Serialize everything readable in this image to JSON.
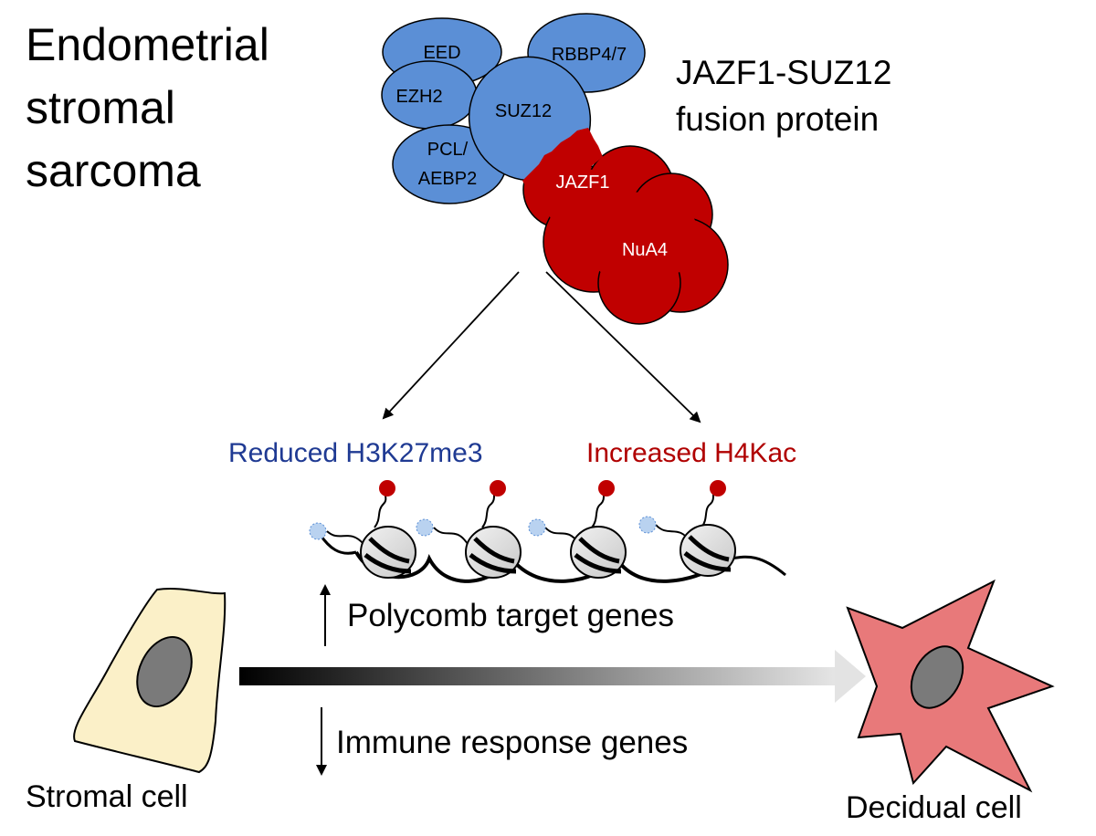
{
  "title": [
    "Endometrial",
    "stromal",
    "sarcoma"
  ],
  "fusion_label": [
    "JAZF1-SUZ12",
    "fusion protein"
  ],
  "complex": {
    "eed": "EED",
    "rbbp": "RBBP4/7",
    "ezh2": "EZH2",
    "suz12": "SUZ12",
    "pcl": [
      "PCL/",
      "AEBP2"
    ],
    "jazf1": "JAZF1",
    "nua4": "NuA4"
  },
  "modifications": {
    "left": "Reduced H3K27me3",
    "right": "Increased H4Kac"
  },
  "genes": {
    "up": "Polycomb target genes",
    "down": "Immune response genes"
  },
  "cells": {
    "left": "Stromal cell",
    "right": "Decidual cell"
  },
  "colors": {
    "prc2_blue": "#5b8fd6",
    "nua4_red": "#c00000",
    "reduced_text": "#1f3a93",
    "increased_text": "#b00000",
    "stromal_fill": "#fbf0c8",
    "decidual_fill": "#e8797a",
    "nucleus": "#7a7a7a"
  }
}
